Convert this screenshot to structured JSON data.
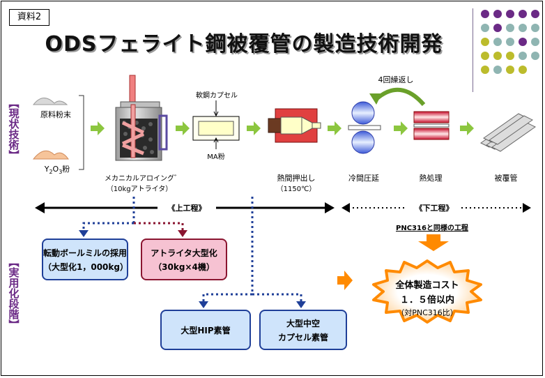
{
  "tag": "資料2",
  "title": "ODSフェライト鋼被覆管の製造技術開発",
  "section_current": "【現状技術】",
  "section_practical": "【実用化段階】",
  "raw_powder": "原料粉末",
  "y2o3_powder": {
    "base": "Y",
    "sub1": "2",
    "mid": "O",
    "sub2": "3",
    "tail": "粉"
  },
  "mechanical_alloying": "メカニカルアロイング゛",
  "attritor_10kg": "（10kgアトライタ）",
  "soft_steel_capsule": "軟鋼カプセル",
  "ma_powder": "MA粉",
  "hot_extrusion": "熱間押出し",
  "temp_1150": "（1150℃）",
  "repeat_4": "4回繰返し",
  "cold_rolling": "冷間圧延",
  "heat_treatment": "熱処理",
  "cladding_tube": "被覆管",
  "upper_process": "《上工程》",
  "lower_process": "《下工程》",
  "same_as_pnc316": "PNC316と同様の工程",
  "rolling_ball_mill": {
    "line1": "転動ボールミルの採用",
    "line2": "（大型化1，000kg）"
  },
  "attritor_large": {
    "line1": "アトライタ大型化",
    "line2": "（30kg×4機）"
  },
  "large_hip": "大型HIP素管",
  "large_hollow": {
    "line1": "大型中空",
    "line2": "カプセル素管"
  },
  "total_cost": {
    "line1": "全体製造コスト",
    "line2": "１．５倍以内",
    "line3": "（対PNC316比）"
  },
  "colors": {
    "purple": "#6b2a86",
    "olive": "#bcbc2c",
    "teal": "#8fb5b2",
    "navy": "#1f3f98",
    "maroon": "#8a1530",
    "green": "#8cc63f",
    "orange": "#ff8a00"
  }
}
